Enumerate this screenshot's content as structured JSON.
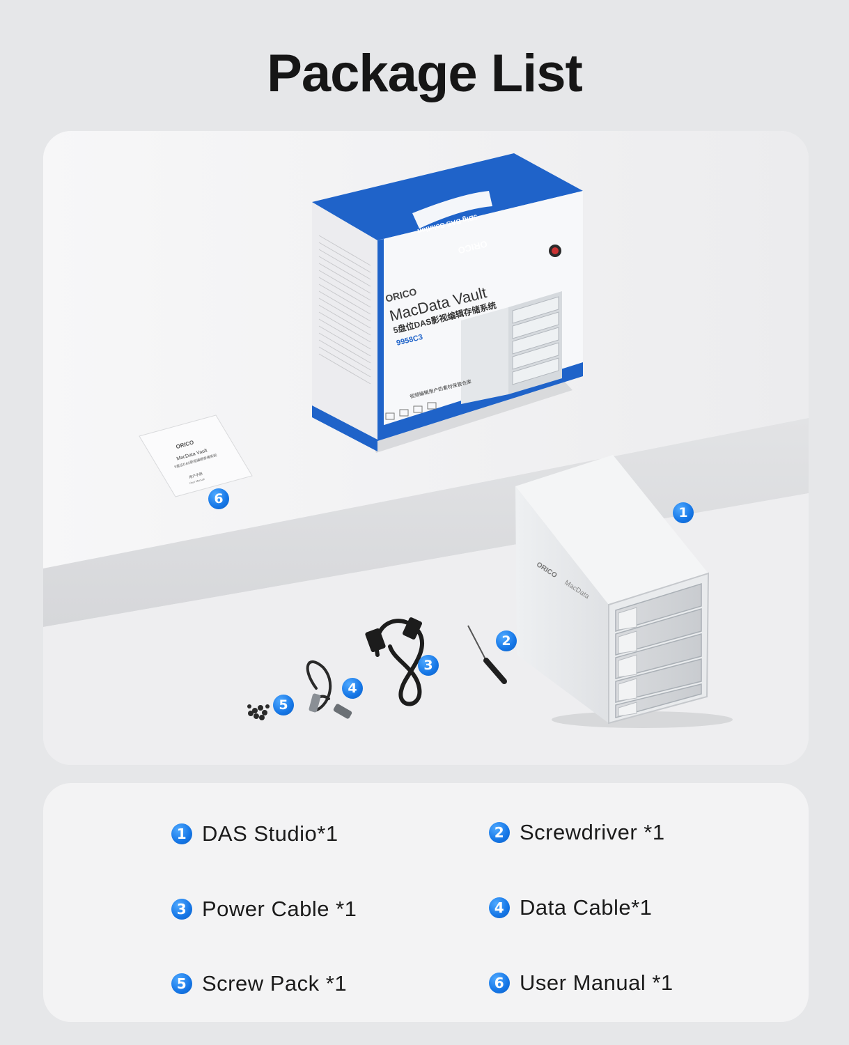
{
  "title": "Package List",
  "box": {
    "brand": "ORICO",
    "product": "MacData Vault",
    "subtitle_cn": "5盘位DAS影视编辑存储系统",
    "model": "9958C3",
    "top_text": "5Big DAS Solution",
    "tagline_cn": "视频编辑用户的素材保管仓库"
  },
  "manual": {
    "brand": "ORICO",
    "product": "MacData Vault",
    "subtitle_cn": "5盘位DAS影视编辑存储系统",
    "label_cn": "用户手册",
    "label_en": "User Manual"
  },
  "device": {
    "brand": "ORICO",
    "product": "MacData"
  },
  "callouts": [
    "1",
    "2",
    "3",
    "4",
    "5",
    "6"
  ],
  "items": [
    {
      "num": "1",
      "label": "DAS Studio*1"
    },
    {
      "num": "2",
      "label": "Screwdriver *1"
    },
    {
      "num": "3",
      "label": "Power Cable *1"
    },
    {
      "num": "4",
      "label": "Data Cable*1"
    },
    {
      "num": "5",
      "label": "Screw Pack *1"
    },
    {
      "num": "6",
      "label": "User Manual *1"
    }
  ],
  "colors": {
    "accent": "#1576e6",
    "box_blue": "#1f63c9",
    "background": "#e6e7e9"
  }
}
